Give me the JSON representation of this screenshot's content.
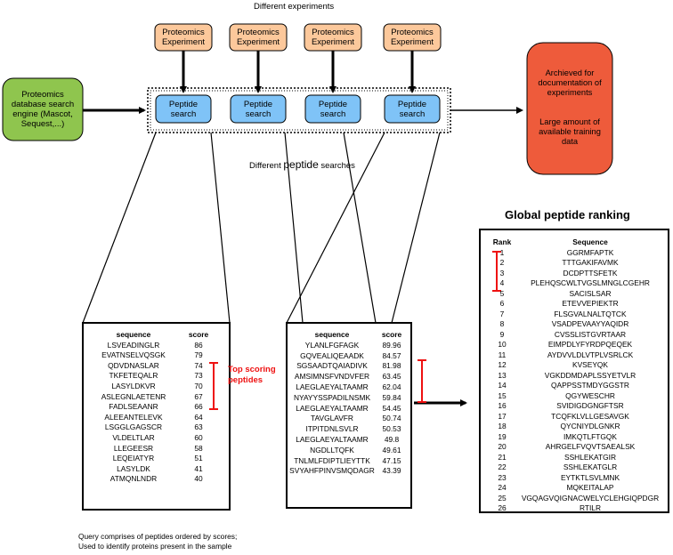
{
  "top_label": "Different experiments",
  "experiments": [
    {
      "label": "Proteomics Experiment"
    },
    {
      "label": "Proteomics Experiment"
    },
    {
      "label": "Proteomics Experiment"
    },
    {
      "label": "Proteomics Experiment"
    }
  ],
  "searches": [
    {
      "label": "Peptide search"
    },
    {
      "label": "Peptide search"
    },
    {
      "label": "Peptide search"
    },
    {
      "label": "Peptide search"
    }
  ],
  "engine": {
    "label": "Proteomics database search engine (Mascot, Sequest,...)"
  },
  "archive": {
    "line1": "Archieved  for documentation of experiments",
    "line2": "Large amount of available training data"
  },
  "different_searches": {
    "prefix": "Different ",
    "emph": "peptide",
    "suffix": " searches"
  },
  "global_title": "Global peptide ranking",
  "top_scoring": "Top scoring peptides",
  "footnote": {
    "line1": "Query comprises of peptides ordered by scores;",
    "line2": "Used to identify proteins present in the sample"
  },
  "colors": {
    "experiment": "#fcc89b",
    "search": "#7fc3f7",
    "engine": "#8fc54e",
    "archive": "#ee5b3b",
    "highlight": "#ee1111"
  },
  "table1": {
    "headers": [
      "sequence",
      "score"
    ],
    "rows": [
      [
        "LSVEADINGLR",
        "86"
      ],
      [
        "EVATNSELVQSGK",
        "79"
      ],
      [
        "QDVDNASLAR",
        "74"
      ],
      [
        "TKFETEQALR",
        "73"
      ],
      [
        "LASYLDKVR",
        "70"
      ],
      [
        "ASLEGNLAETENR",
        "67"
      ],
      [
        "FADLSEAANR",
        "66"
      ],
      [
        "ALEEANTELEVK",
        "64"
      ],
      [
        "LSGGLGAGSCR",
        "63"
      ],
      [
        "VLDELTLAR",
        "60"
      ],
      [
        "LLEGEESR",
        "58"
      ],
      [
        "LEQEIATYR",
        "51"
      ],
      [
        "LASYLDK",
        "41"
      ],
      [
        "ATMQNLNDR",
        "40"
      ]
    ]
  },
  "table2": {
    "headers": [
      "sequence",
      "score"
    ],
    "rows": [
      [
        "YLANLFGFAGK",
        "89.96"
      ],
      [
        "GQVEALIQEAADK",
        "84.57"
      ],
      [
        "SGSAADTQAIADIVK",
        "81.98"
      ],
      [
        "AMSIMNSFVNDVFER",
        "63.45"
      ],
      [
        "LAEGLAEYALTAAMR",
        "62.04"
      ],
      [
        "NYAYYSSPADILNSMK",
        "59.84"
      ],
      [
        "LAEGLAEYALTAAMR",
        "54.45"
      ],
      [
        "TAVGLAVFR",
        "50.74"
      ],
      [
        "ITPITDNLSVLR",
        "50.53"
      ],
      [
        "LAEGLAEYALTAAMR",
        "49.8"
      ],
      [
        "NGDLLTQFK",
        "49.61"
      ],
      [
        "TNLMLFDIPTLIEYTTK",
        "47.15"
      ],
      [
        "SVYAHFPINVSMQDAGR",
        "43.39"
      ]
    ]
  },
  "table3": {
    "headers": [
      "Rank",
      "Sequence"
    ],
    "rows": [
      [
        "1",
        "GGRMFAPTK"
      ],
      [
        "2",
        "TTTGAKIFAVMK"
      ],
      [
        "3",
        "DCDPTTSFETK"
      ],
      [
        "4",
        "PLEHQSCWLTVGSLMNGLCGEHR"
      ],
      [
        "5",
        "SACISLSAR"
      ],
      [
        "6",
        "ETEVVEPIEKTR"
      ],
      [
        "7",
        "FLSGVALNALTQTCK"
      ],
      [
        "8",
        "VSADPEVAAYYAQIDR"
      ],
      [
        "9",
        "CVSSLISTGVRTAAR"
      ],
      [
        "10",
        "EIMPDLYFYRDPQEQEK"
      ],
      [
        "11",
        "AYDVVLDLVTPLVSRLCK"
      ],
      [
        "12",
        "KVSEYQK"
      ],
      [
        "13",
        "VGKDDMDAPLSSYETVLR"
      ],
      [
        "14",
        "QAPPSSTMDYGGSTR"
      ],
      [
        "15",
        "QGYWESCHR"
      ],
      [
        "16",
        "SVIDIGDGNGFTSR"
      ],
      [
        "17",
        "TCQFKLVLLGESAVGK"
      ],
      [
        "18",
        "QYCNIYDLGNKR"
      ],
      [
        "19",
        "IMKQTLFTGQK"
      ],
      [
        "20",
        "AHRGELFVQVTSAEALSK"
      ],
      [
        "21",
        "SSHLEKATGIR"
      ],
      [
        "22",
        "SSHLEKATGLR"
      ],
      [
        "23",
        "EYTKTLSVLMNK"
      ],
      [
        "24",
        "MQKEITALAP"
      ],
      [
        "25",
        "VGQAGVQIGNACWELYCLEHGIQPDGR"
      ],
      [
        "26",
        "RTILR"
      ]
    ]
  }
}
